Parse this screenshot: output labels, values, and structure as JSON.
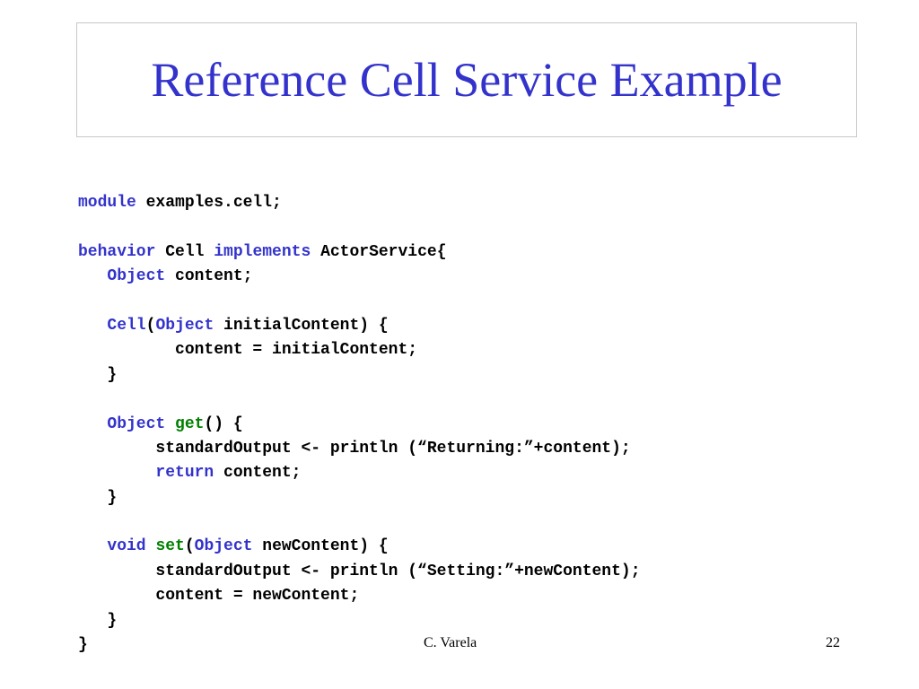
{
  "slide": {
    "title": "Reference Cell Service Example",
    "footer_author": "C. Varela",
    "page_number": "22"
  },
  "colors": {
    "keyword": "#3333cc",
    "method_name": "#008000",
    "title": "#3333cc",
    "text": "#000000",
    "title_border": "#c8c8c8"
  },
  "code": {
    "l1": {
      "kw": "module",
      "rest": " examples.cell;"
    },
    "l3": {
      "kw1": "behavior",
      "t1": " Cell ",
      "kw2": "implements",
      "t2": " ActorService{"
    },
    "l4": {
      "indent": "   ",
      "kw": "Object",
      "rest": " content;"
    },
    "l6": {
      "indent": "   ",
      "kw1": "Cell",
      "t1": "(",
      "kw2": "Object",
      "rest": " initialContent) {"
    },
    "l7": {
      "text": "          content = initialContent;"
    },
    "l8": {
      "text": "   }"
    },
    "l10": {
      "indent": "   ",
      "kw": "Object",
      "sp": " ",
      "fn": "get",
      "rest": "() {"
    },
    "l11": {
      "text": "        standardOutput <- println (“Returning:”+content);"
    },
    "l12": {
      "indent": "        ",
      "kw": "return",
      "rest": " content;"
    },
    "l13": {
      "text": "   }"
    },
    "l15": {
      "indent": "   ",
      "kw1": "void",
      "sp": " ",
      "fn": "set",
      "t1": "(",
      "kw2": "Object",
      "rest": " newContent) {"
    },
    "l16": {
      "text": "        standardOutput <- println (“Setting:”+newContent);"
    },
    "l17": {
      "text": "        content = newContent;"
    },
    "l18": {
      "text": "   }"
    },
    "l19": {
      "text": "}"
    }
  }
}
